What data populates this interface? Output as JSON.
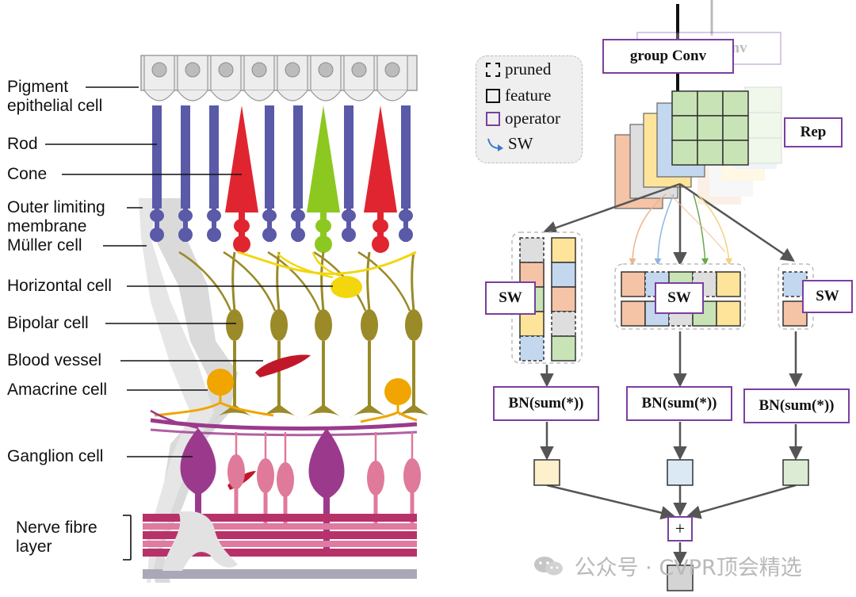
{
  "retina": {
    "labels": {
      "pigment": "Pigment epithelial cell",
      "pigment_line1": "Pigment",
      "pigment_line2": "epithelial cell",
      "rod": "Rod",
      "cone": "Cone",
      "outer_limiting_line1": "Outer limiting",
      "outer_limiting_line2": "membrane",
      "muller": "Müller cell",
      "horizontal": "Horizontal cell",
      "bipolar": "Bipolar cell",
      "blood_vessel": "Blood vessel",
      "amacrine": "Amacrine cell",
      "ganglion": "Ganglion cell",
      "nerve_line1": "Nerve fibre",
      "nerve_line2": "layer"
    },
    "colors": {
      "rod": "#5a5aa8",
      "cone_red": "#e02531",
      "cone_green": "#8cc820",
      "bipolar": "#9a8a28",
      "horizontal": "#f2d60e",
      "amacrine": "#f0a500",
      "ganglion": "#9b3a8c",
      "ganglion_small": "#e07a9a",
      "muller": "#d8d8d8",
      "blood": "#c0182a"
    }
  },
  "network": {
    "legend": {
      "pruned": "pruned",
      "feature": "feature",
      "operator": "operator",
      "sw": "SW"
    },
    "group_conv": "group Conv",
    "group_conv_ghost": "group Conv",
    "rep": "Rep",
    "sw_labels": [
      "SW",
      "SW",
      "SW"
    ],
    "bn_labels": [
      "BN(sum(*))",
      "BN(sum(*))",
      "BN(sum(*))"
    ],
    "plus": "+",
    "colors": {
      "operator_border": "#7a3fa0",
      "orange": "#f5c3a6",
      "yellow": "#fde49a",
      "blue": "#c3d8ee",
      "green": "#c8e4b6",
      "gray": "#dedede",
      "out_yellow": "#fdf0cc",
      "out_blue": "#dbe9f5",
      "out_green": "#dcecd4"
    }
  },
  "watermark": "公众号 · CVPR顶会精选"
}
